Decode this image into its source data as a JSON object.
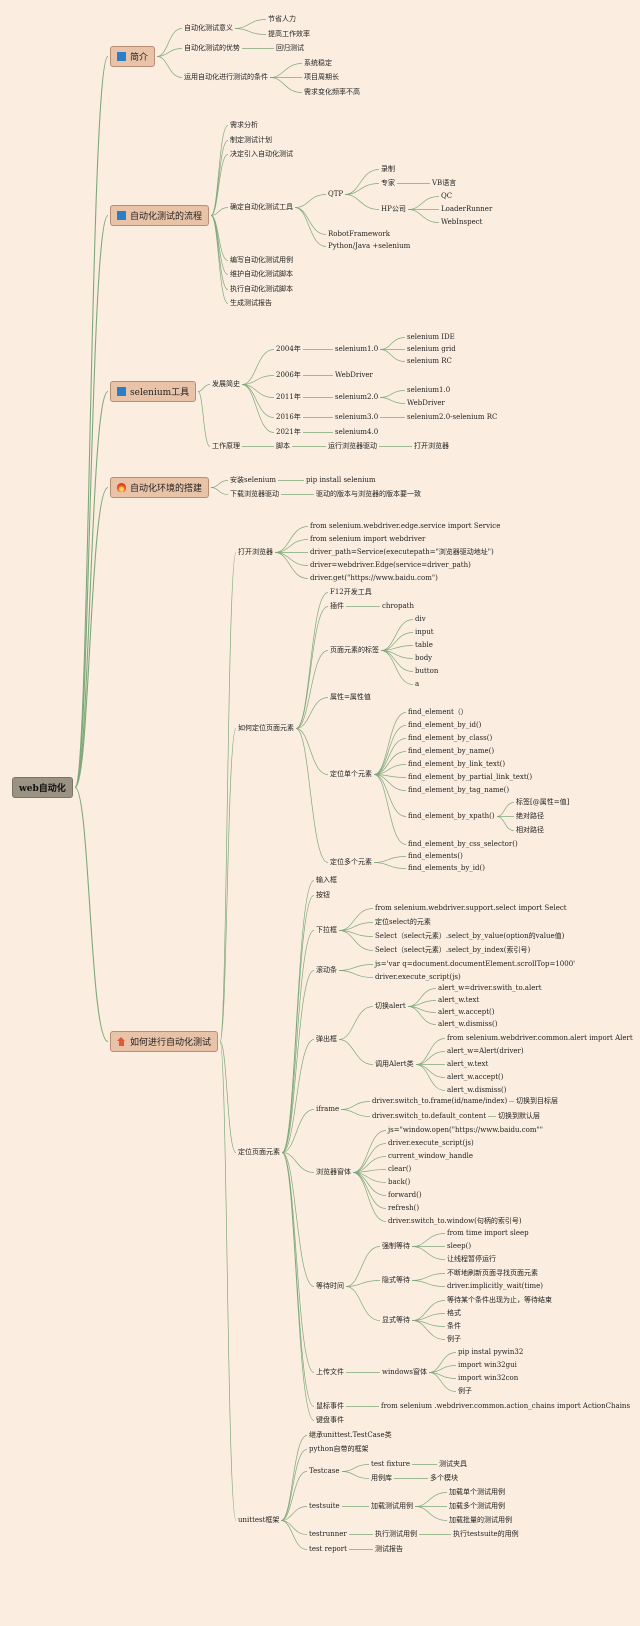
{
  "root": "web自动化",
  "colors": {
    "background": "#fbeee0",
    "line": "#7fa87a",
    "main_fill": "#e8c3a8",
    "root_fill": "#9a9283",
    "square_icon": "#2b7fc9"
  },
  "icons": {
    "intro": "square-icon",
    "flow": "square-icon",
    "selenium": "square-icon",
    "env": "fire-icon",
    "how": "home-icon"
  },
  "intro": {
    "label": "简介",
    "meaning": "自动化测试意义",
    "meaning_1": "节省人力",
    "meaning_2": "提高工作效率",
    "advantage": "自动化测试的优势",
    "advantage_1": "回归测试",
    "condition": "运用自动化进行测试的条件",
    "condition_1": "系统稳定",
    "condition_2": "项目周期长",
    "condition_3": "需求变化频率不高"
  },
  "flow": {
    "label": "自动化测试的流程",
    "step1": "需求分析",
    "step2": "制定测试计划",
    "step3": "决定引入自动化测试",
    "tools": "确定自动化测试工具",
    "qtp": "QTP",
    "record": "录制",
    "expert": "专家",
    "vb": "VB语言",
    "hp": "HP公司",
    "qc": "QC",
    "lr": "LoaderRunner",
    "wi": "WebInspect",
    "robot": "RobotFramework",
    "python": "Python/Java +selenium",
    "step5": "编写自动化测试用例",
    "step6": "维护自动化测试脚本",
    "step7": "执行自动化测试脚本",
    "step8": "生成测试报告"
  },
  "selenium": {
    "label": "selenium工具",
    "history": "发展简史",
    "y2004": "2004年",
    "s1": "selenium1.0",
    "ide": "selenium IDE",
    "grid": "selenium grid",
    "rc": "selenium RC",
    "y2006": "2006年",
    "wd2006": "WebDriver",
    "y2011": "2011年",
    "s2": "selenium2.0",
    "s2a": "selenium1.0",
    "s2b": "WebDriver",
    "y2016": "2016年",
    "s3": "selenium3.0",
    "s3a": "selenium2.0-selenium RC",
    "y2021": "2021年",
    "s4": "selenium4.0",
    "principle": "工作原理",
    "script": "脚本",
    "run_driver": "运行浏览器驱动",
    "open_browser": "打开浏览器"
  },
  "env": {
    "label": "自动化环境的搭建",
    "install": "安装selenium",
    "pip": "pip install selenium",
    "download": "下载浏览器驱动",
    "match": "驱动的版本与浏览器的版本要一致"
  },
  "how": {
    "label": "如何进行自动化测试",
    "open": "打开浏览器",
    "o1": "from selenium.webdriver.edge.service import Service",
    "o2": "from selenium import webdriver",
    "o3": "driver_path=Service(executepath=\"浏览器驱动地址\")",
    "o4": "driver=webdriver.Edge(service=driver_path)",
    "o5": "driver.get(\"https://www.baidu.com\")",
    "locate": "如何定位页面元素",
    "f12": "F12开发工具",
    "plugin": "插件",
    "chropath": "chropath",
    "tags": "页面元素的标签",
    "t_div": "div",
    "t_input": "input",
    "t_table": "table",
    "t_body": "body",
    "t_button": "button",
    "t_a": "a",
    "attr": "属性=属性值",
    "single": "定位单个元素",
    "fe1": "find_element（）",
    "fe2": "find_element_by_id()",
    "fe3": "find_element_by_class()",
    "fe4": "find_element_by_name()",
    "fe5": "find_element_by_link_text()",
    "fe6": "find_element_by_partial_link_text()",
    "fe7": "find_element_by_tag_name()",
    "xpath": "find_element_by_xpath()",
    "xp1": "标签[@属性=值]",
    "xp2": "绝对路径",
    "xp3": "相对路径",
    "css": "find_element_by_css_selector()",
    "multi": "定位多个元素",
    "fm1": "find_elements()",
    "fm2": "find_elements_by_id()",
    "ops": "定位页面元素",
    "input_box": "输入框",
    "button": "按钮",
    "dropdown": "下拉框",
    "d1": "from selenium.webdriver.support.select import Select",
    "d2": "定位select的元素",
    "d3": "Select（select元素）.select_by_value(option的value值)",
    "d4": "Select（select元素）.select_by_index(索引号)",
    "scroll": "滚动条",
    "sc1": "js='var q=document.documentElement.scrollTop=1000'",
    "sc2": "driver.execute_script(js)",
    "popup": "弹出框",
    "switch_alert": "切换alert",
    "sa1": "alert_w=driver.swith_to.alert",
    "sa2": "alert_w.text",
    "sa3": "alert_w.accept()",
    "sa4": "alert_w.dismiss()",
    "alert_cls": "调用Alert类",
    "ac1": "from selenium.webdriver.common.alert import Alert",
    "ac2": "alert_w=Alert(driver)",
    "ac3": "alert_w.text",
    "ac4": "alert_w.accept()",
    "ac5": "alert_w.dismiss()",
    "iframe": "iframe",
    "if1": "driver.switch_to.frame(id/name/index)",
    "if1a": "切换到目标层",
    "if2": "driver.switch_to.default_content",
    "if2a": "切换到默认层",
    "window": "浏览器窗体",
    "w1": "js=\"window.open(\"https://www.baidu.com\"\"",
    "w2": "driver.execute_script(js)",
    "w3": "current_window_handle",
    "w4": "clear()",
    "w5": "back()",
    "w6": "forward()",
    "w7": "refresh()",
    "w8": "driver.switch_to.window(句柄的索引号)",
    "wait": "等待时间",
    "forced": "强制等待",
    "fw1": "from time import sleep",
    "fw2": "sleep()",
    "fw3": "让线程暂停运行",
    "implicit": "隐式等待",
    "iw1": "不断地刷新页面寻找页面元素",
    "iw2": "driver.implicitly_wait(time)",
    "explicit": "显式等待",
    "ew1": "等待某个条件出现为止，等待结束",
    "ew2": "格式",
    "ew3": "条件",
    "ew4": "例子",
    "upload": "上传文件",
    "win_form": "windows窗体",
    "u1": "pip instal pywin32",
    "u2": "import win32gui",
    "u3": "import win32con",
    "u4": "例子",
    "mouse": "鼠标事件",
    "mouse1": "from selenium .webdriver.common.action_chains import ActionChains",
    "keyboard": "键盘事件",
    "unittest": "unittest框架",
    "ut1": "继承unittest.TestCase类",
    "ut2": "python自带的框架",
    "testcase": "Testcase",
    "fixture": "test fixture",
    "fixture_a": "测试夹具",
    "cases": "用例库",
    "cases_a": "多个模块",
    "testsuite": "testsuite",
    "load": "加载测试用例",
    "l1": "加载单个测试用例",
    "l2": "加载多个测试用例",
    "l3": "加载批量的测试用例",
    "runner": "testrunner",
    "exec": "执行测试用例",
    "exec_a": "执行testsuite的用例",
    "report": "test report",
    "report_a": "测试报告"
  }
}
